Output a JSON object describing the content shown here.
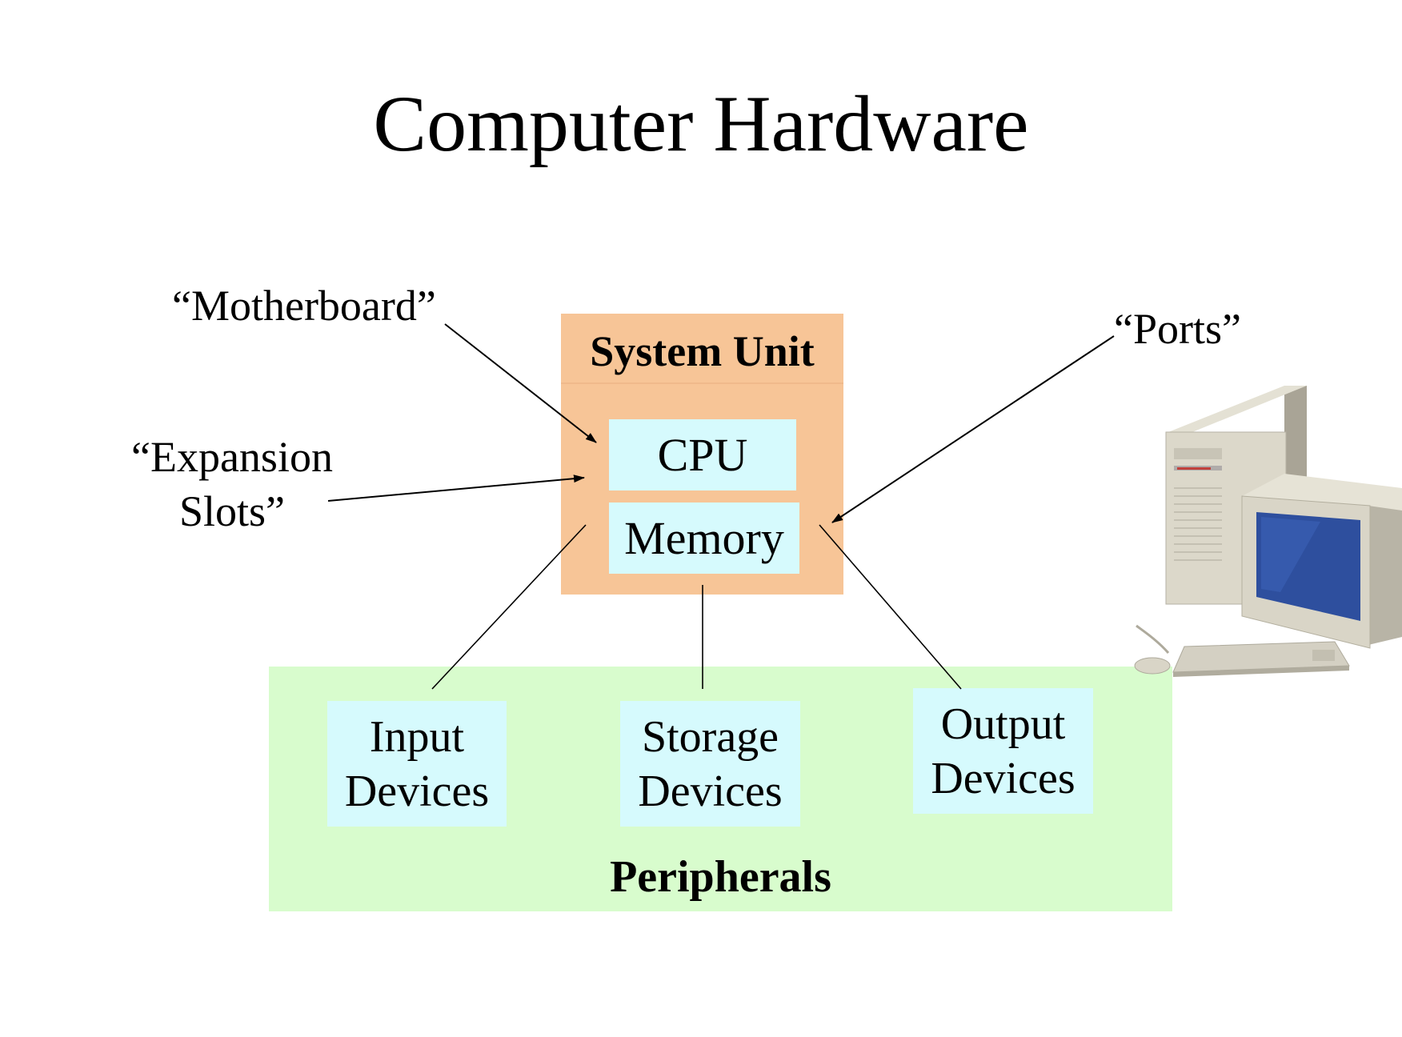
{
  "title": "Computer Hardware",
  "system_unit": {
    "label": "System Unit",
    "cpu": "CPU",
    "memory": "Memory"
  },
  "peripherals": {
    "label": "Peripherals",
    "devices": [
      {
        "line1": "Input",
        "line2": "Devices"
      },
      {
        "line1": "Storage",
        "line2": "Devices"
      },
      {
        "line1": "Output",
        "line2": "Devices"
      }
    ]
  },
  "callouts": {
    "motherboard": "“Motherboard”",
    "expansion_line1": "“Expansion",
    "expansion_line2": "Slots”",
    "ports": "“Ports”"
  },
  "colors": {
    "system_unit_fill": "#f7c597",
    "inner_box_fill": "#d6fafd",
    "peripherals_fill": "#d8fccd"
  },
  "clipart": "desktop-computer-icon"
}
